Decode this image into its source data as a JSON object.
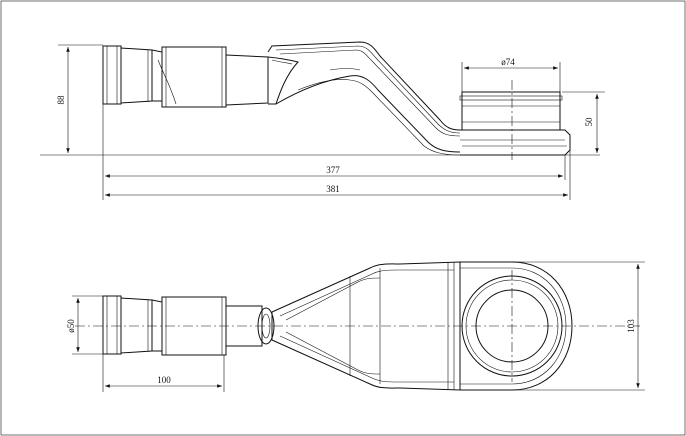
{
  "dimensions": {
    "side_height": "88",
    "outlet_diameter": "ø74",
    "outlet_height": "50",
    "length_inner": "377",
    "length_outer": "381",
    "inlet_diameter": "ø50",
    "inlet_length": "100",
    "body_width": "103"
  }
}
